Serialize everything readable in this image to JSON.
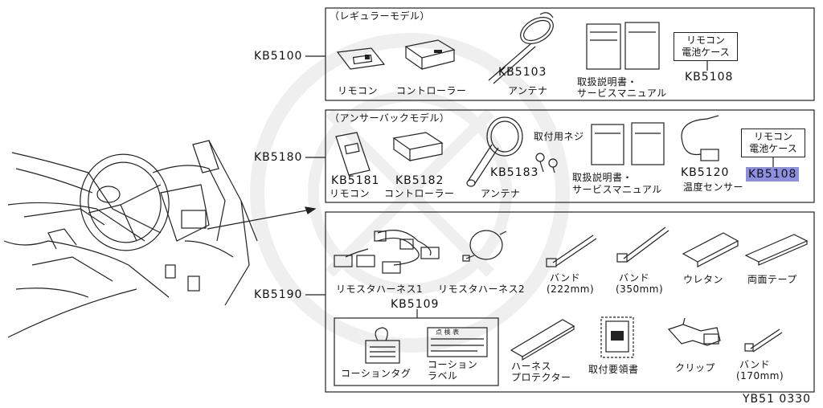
{
  "footer_code": "YB51 0330",
  "groups": {
    "kb5100": {
      "code": "KB5100",
      "title": "（レギュラーモデル）",
      "remote": "リモコン",
      "controller": "コントローラー",
      "antenna_code": "KB5103",
      "antenna": "アンテナ",
      "manual_line1": "取扱説明書・",
      "manual_line2": "サービスマニュアル",
      "case_line1": "リモコン",
      "case_line2": "電池ケース",
      "case_code": "KB5108"
    },
    "kb5180": {
      "code": "KB5180",
      "title": "（アンサーバックモデル）",
      "remote_code": "KB5181",
      "remote": "リモコン",
      "controller_code": "KB5182",
      "controller": "コントローラー",
      "antenna_code": "KB5183",
      "antenna": "アンテナ",
      "screw": "取付用ネジ",
      "manual_line1": "取扱説明書・",
      "manual_line2": "サービスマニュアル",
      "sensor_code": "KB5120",
      "sensor": "温度センサー",
      "case_line1": "リモコン",
      "case_line2": "電池ケース",
      "case_code": "KB5108"
    },
    "kb5190": {
      "code": "KB5190",
      "harness1": "リモスタハーネス1",
      "harness2": "リモスタハーネス2",
      "band1_line1": "バンド",
      "band1_line2": "(222mm)",
      "band2_line1": "バンド",
      "band2_line2": "(350mm)",
      "urethane": "ウレタン",
      "tape": "両面テープ",
      "kit_code": "KB5109",
      "tag": "コーションタグ",
      "label_line1": "コーション",
      "label_line2": "ラベル",
      "caution_card": "点 検 表",
      "protector_line1": "ハーネス",
      "protector_line2": "プロテクター",
      "guide": "取付要領書",
      "clip": "クリップ",
      "band3_line1": "バンド",
      "band3_line2": "(170mm)"
    }
  }
}
